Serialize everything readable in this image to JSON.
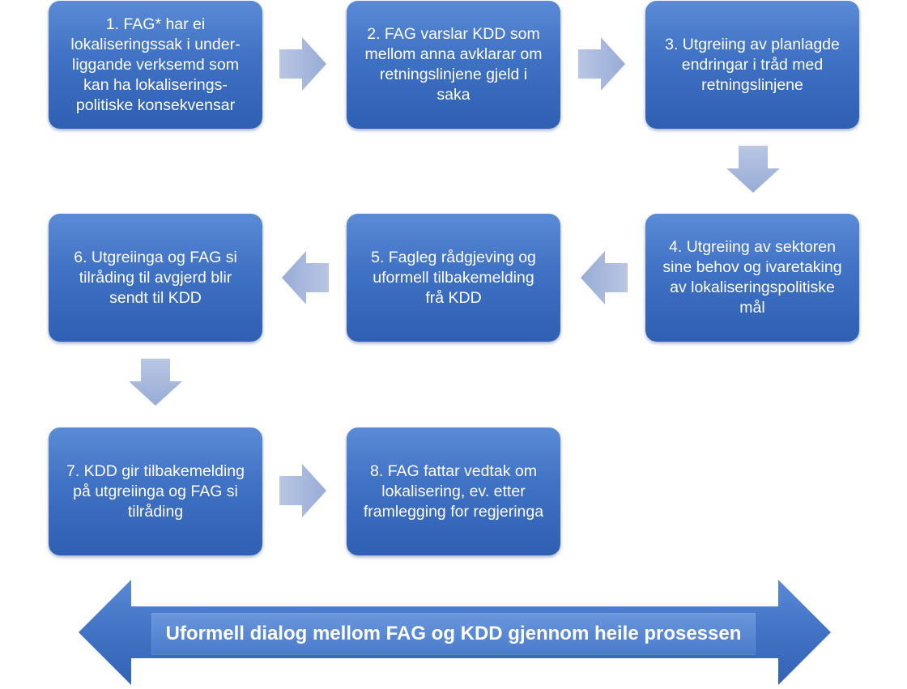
{
  "steps": [
    {
      "text": "1. FAG* har ei\nlokaliseringssak i under-\nliggande verksemd som\nkan ha  lokaliserings-\npolitiske konsekvensar"
    },
    {
      "text": "2. FAG varslar KDD som\nmellom anna avklarar om\nretningslinjene gjeld i\nsaka"
    },
    {
      "text": "3. Utgreiing av planlagde\nendringar i tråd med\nretningslinjene"
    },
    {
      "text": "4. Utgreiing av sektoren\nsine behov og ivaretaking\nav  lokaliseringspolitiske\nmål"
    },
    {
      "text": "5. Fagleg rådgjeving og\nuformell tilbakemelding\nfrå KDD"
    },
    {
      "text": "6. Utgreiinga og FAG si\ntilråding til avgjerd blir\nsendt til KDD"
    },
    {
      "text": "7. KDD gir tilbakemelding\npå utgreiinga og FAG si\ntilråding"
    },
    {
      "text": "8. FAG fattar vedtak om\nlokalisering, ev. etter\nframlegging for regjeringa"
    }
  ],
  "dialog": {
    "text": "Uformell dialog mellom FAG og KDD gjennom heile prosessen"
  },
  "colors": {
    "box": "#4472c4",
    "arrow": "#aab9dc",
    "dialog": "#4472c4"
  }
}
